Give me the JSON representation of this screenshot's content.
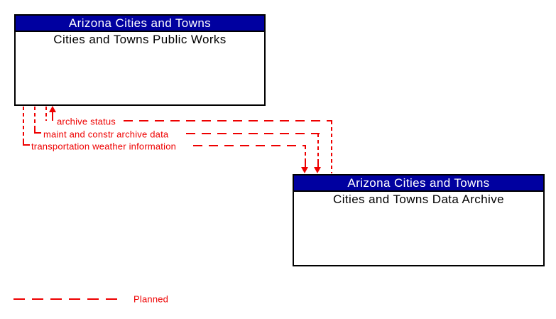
{
  "diagram": {
    "boxes": [
      {
        "header": "Arizona Cities and Towns",
        "label": "Cities and Towns Public Works"
      },
      {
        "header": "Arizona Cities and Towns",
        "label": "Cities and Towns Data Archive"
      }
    ],
    "flows": [
      {
        "label": "archive status",
        "from": "Cities and Towns Data Archive",
        "to": "Cities and Towns Public Works",
        "status": "Planned"
      },
      {
        "label": "maint and constr archive data",
        "from": "Cities and Towns Public Works",
        "to": "Cities and Towns Data Archive",
        "status": "Planned"
      },
      {
        "label": "transportation weather information",
        "from": "Cities and Towns Public Works",
        "to": "Cities and Towns Data Archive",
        "status": "Planned"
      }
    ],
    "legend": {
      "label": "Planned"
    },
    "colors": {
      "header_bg": "#0000A0",
      "header_text": "#FFFFFF",
      "body_text": "#000000",
      "flow": "#EE0000",
      "border": "#000000",
      "background": "#FFFFFF"
    }
  }
}
